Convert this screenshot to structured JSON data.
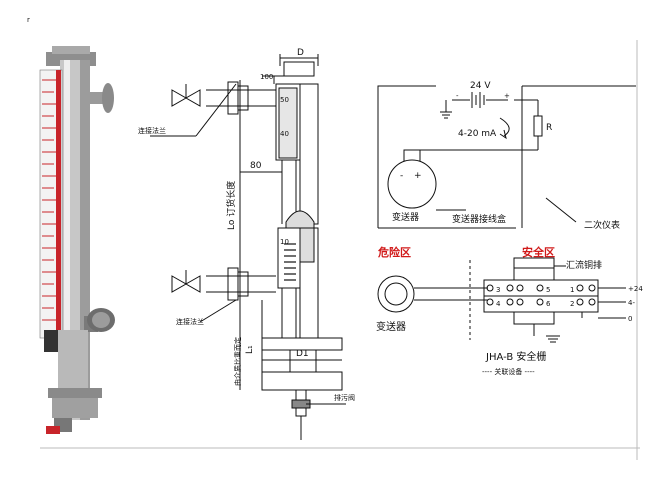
{
  "page_mark": "r",
  "left_diagram": {
    "dims": {
      "top_width": "D",
      "top_offset": "100",
      "side_offset": "80",
      "center_distance": "Lo 订货长度",
      "bottom_dim": "L₁",
      "bottom_dim_note": "由介质比重而定",
      "base_width": "D1"
    },
    "callouts": {
      "upper_flange": "连接法兰",
      "lower_flange": "连接法兰",
      "drain_valve": "排污阀"
    },
    "scale_marks": [
      "50",
      "40",
      "10"
    ]
  },
  "wiring_diagram": {
    "supply_voltage": "24 V",
    "signal": "4-20 mA",
    "resistor": "R",
    "plus": "+",
    "minus": "-",
    "transmitter": "变送器",
    "junction_box": "变送器接线盒",
    "secondary_instrument": "二次仪表"
  },
  "barrier_diagram": {
    "hazard_zone": "危险区",
    "safe_zone": "安全区",
    "busbar": "汇流铜排",
    "transmitter": "变送器",
    "barrier_name": "JHA-B 安全栅",
    "related_equipment": "---- 关联设备 ----",
    "terminals_left_top": [
      "3",
      "5"
    ],
    "terminals_left_bottom": [
      "4",
      "6"
    ],
    "terminals_right_top": [
      "1"
    ],
    "terminals_right_bottom": [
      "2"
    ],
    "outputs": [
      "+24",
      "4-",
      "0"
    ]
  },
  "colors": {
    "red_labels": "#d11a1a",
    "line": "#111111",
    "gauge_red": "#c8242a"
  }
}
